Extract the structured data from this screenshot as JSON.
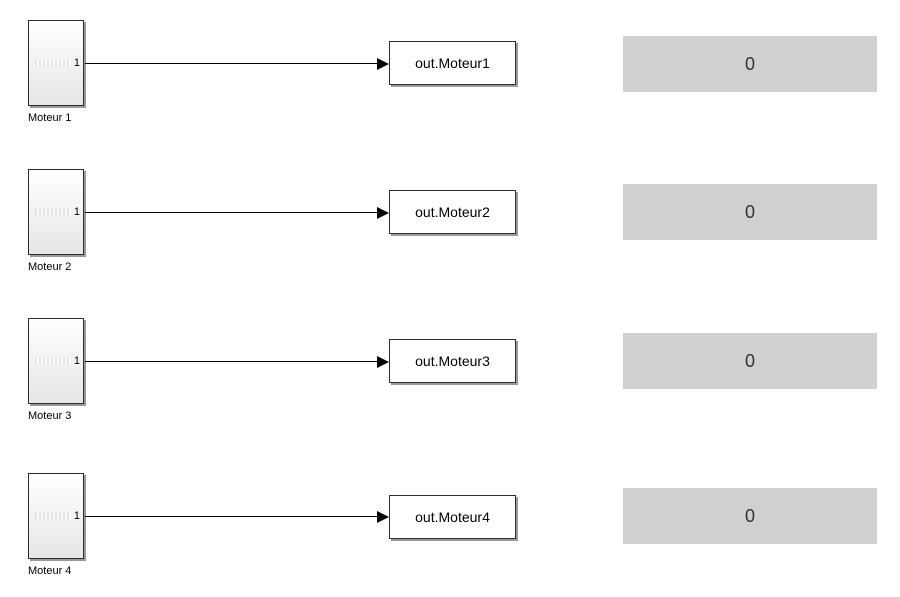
{
  "rows": [
    {
      "source_label": "Moteur 1",
      "port": "1",
      "output_name": "out.Moteur1",
      "display_value": "0"
    },
    {
      "source_label": "Moteur 2",
      "port": "1",
      "output_name": "out.Moteur2",
      "display_value": "0"
    },
    {
      "source_label": "Moteur 3",
      "port": "1",
      "output_name": "out.Moteur3",
      "display_value": "0"
    },
    {
      "source_label": "Moteur 4",
      "port": "1",
      "output_name": "out.Moteur4",
      "display_value": "0"
    }
  ],
  "colors": {
    "display_background": "#d0d0d0",
    "block_border": "#2e2e2e",
    "signal_line": "#000000"
  }
}
